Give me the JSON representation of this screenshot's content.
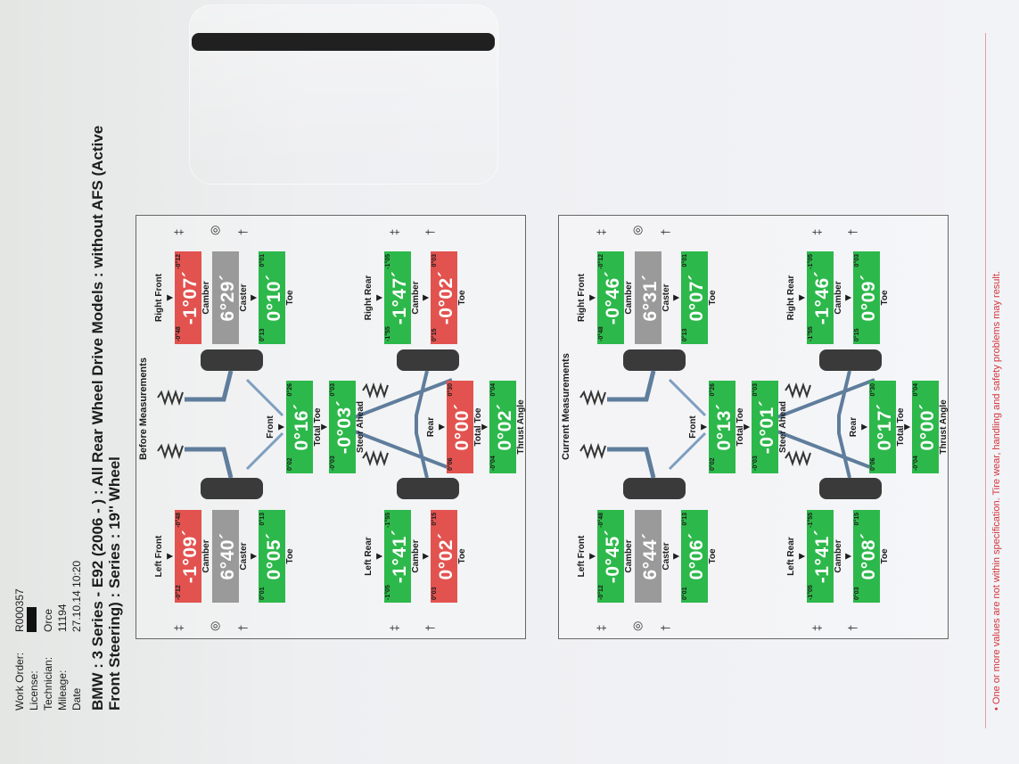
{
  "header": {
    "rows": [
      {
        "label": "Work Order:",
        "value": "R000357"
      },
      {
        "label": "License:",
        "value": ""
      },
      {
        "label": "Technician:",
        "value": "Orce"
      },
      {
        "label": "Mileage:",
        "value": "11194"
      },
      {
        "label": "Date",
        "value": "27.10.14 10:20"
      }
    ]
  },
  "title": "BMW : 3 Series - E92 (2006 -      ) : All Rear Wheel Drive Models : without AFS (Active Front Steering) : Series : 19'' Wheel",
  "panels": [
    {
      "title": "Before Measurements",
      "left_front": {
        "name": "Left Front",
        "camber": {
          "value": "-1°09´",
          "min": "-0°12",
          "max": "-0°48",
          "label": "Camber",
          "status": "red"
        },
        "caster": {
          "value": "6°40´",
          "label": "Caster",
          "status": "gray"
        },
        "toe": {
          "value": "0°05´",
          "min": "0°01",
          "max": "0°13",
          "label": "Toe",
          "status": "green"
        }
      },
      "right_front": {
        "name": "Right Front",
        "camber": {
          "value": "-1°07´",
          "min": "-0°48",
          "max": "-0°12",
          "label": "Camber",
          "status": "red"
        },
        "caster": {
          "value": "6°29´",
          "label": "Caster",
          "status": "gray"
        },
        "toe": {
          "value": "0°10´",
          "min": "0°13",
          "max": "0°01",
          "label": "Toe",
          "status": "green"
        }
      },
      "front_total": {
        "section": "Front",
        "value": "0°16´",
        "min": "0°02",
        "max": "0°26",
        "label": "Total Toe",
        "status": "green"
      },
      "steer_ahead": {
        "value": "-0°03´",
        "min": "-0°03",
        "max": "0°03",
        "label": "Steer Ahead",
        "status": "green"
      },
      "left_rear": {
        "name": "Left Rear",
        "camber": {
          "value": "-1°41´",
          "min": "-1°05",
          "max": "-1°55",
          "label": "Camber",
          "status": "green"
        },
        "toe": {
          "value": "0°02´",
          "min": "0°03",
          "max": "0°15",
          "label": "Toe",
          "status": "red"
        }
      },
      "right_rear": {
        "name": "Right Rear",
        "camber": {
          "value": "-1°47´",
          "min": "-1°55",
          "max": "-1°05",
          "label": "Camber",
          "status": "green"
        },
        "toe": {
          "value": "-0°02´",
          "min": "0°15",
          "max": "0°03",
          "label": "Toe",
          "status": "red"
        }
      },
      "rear_total": {
        "section": "Rear",
        "value": "0°00´",
        "min": "0°06",
        "max": "0°30",
        "label": "Total Toe",
        "status": "red"
      },
      "thrust": {
        "value": "0°02´",
        "min": "-0°04",
        "max": "0°04",
        "label": "Thrust Angle",
        "status": "green"
      }
    },
    {
      "title": "Current Measurements",
      "left_front": {
        "name": "Left Front",
        "camber": {
          "value": "-0°45´",
          "min": "-0°12",
          "max": "-0°48",
          "label": "Camber",
          "status": "green"
        },
        "caster": {
          "value": "6°44´",
          "label": "Caster",
          "status": "gray"
        },
        "toe": {
          "value": "0°06´",
          "min": "0°01",
          "max": "0°13",
          "label": "Toe",
          "status": "green"
        }
      },
      "right_front": {
        "name": "Right Front",
        "camber": {
          "value": "-0°46´",
          "min": "-0°48",
          "max": "-0°12",
          "label": "Camber",
          "status": "green"
        },
        "caster": {
          "value": "6°31´",
          "label": "Caster",
          "status": "gray"
        },
        "toe": {
          "value": "0°07´",
          "min": "0°13",
          "max": "0°01",
          "label": "Toe",
          "status": "green"
        }
      },
      "front_total": {
        "section": "Front",
        "value": "0°13´",
        "min": "0°02",
        "max": "0°26",
        "label": "Total Toe",
        "status": "green"
      },
      "steer_ahead": {
        "value": "-0°01´",
        "min": "-0°03",
        "max": "0°03",
        "label": "Steer Ahead",
        "status": "green"
      },
      "left_rear": {
        "name": "Left Rear",
        "camber": {
          "value": "-1°41´",
          "min": "-1°05",
          "max": "-1°55",
          "label": "Camber",
          "status": "green"
        },
        "toe": {
          "value": "0°08´",
          "min": "0°03",
          "max": "0°15",
          "label": "Toe",
          "status": "green"
        }
      },
      "right_rear": {
        "name": "Right Rear",
        "camber": {
          "value": "-1°46´",
          "min": "-1°55",
          "max": "-1°05",
          "label": "Camber",
          "status": "green"
        },
        "toe": {
          "value": "0°09´",
          "min": "0°15",
          "max": "0°03",
          "label": "Toe",
          "status": "green"
        }
      },
      "rear_total": {
        "section": "Rear",
        "value": "0°17´",
        "min": "0°06",
        "max": "0°30",
        "label": "Total Toe",
        "status": "green"
      },
      "thrust": {
        "value": "0°00´",
        "min": "-0°04",
        "max": "0°04",
        "label": "Thrust Angle",
        "status": "green"
      }
    }
  ],
  "footer": "•  One or more values are not within specification.  Tire wear, handling and safety problems may result.",
  "colors": {
    "in_spec": "#2db84b",
    "out_of_spec": "#e2534f",
    "no_spec": "#9a9a9a",
    "footer_text": "#d2353a"
  }
}
